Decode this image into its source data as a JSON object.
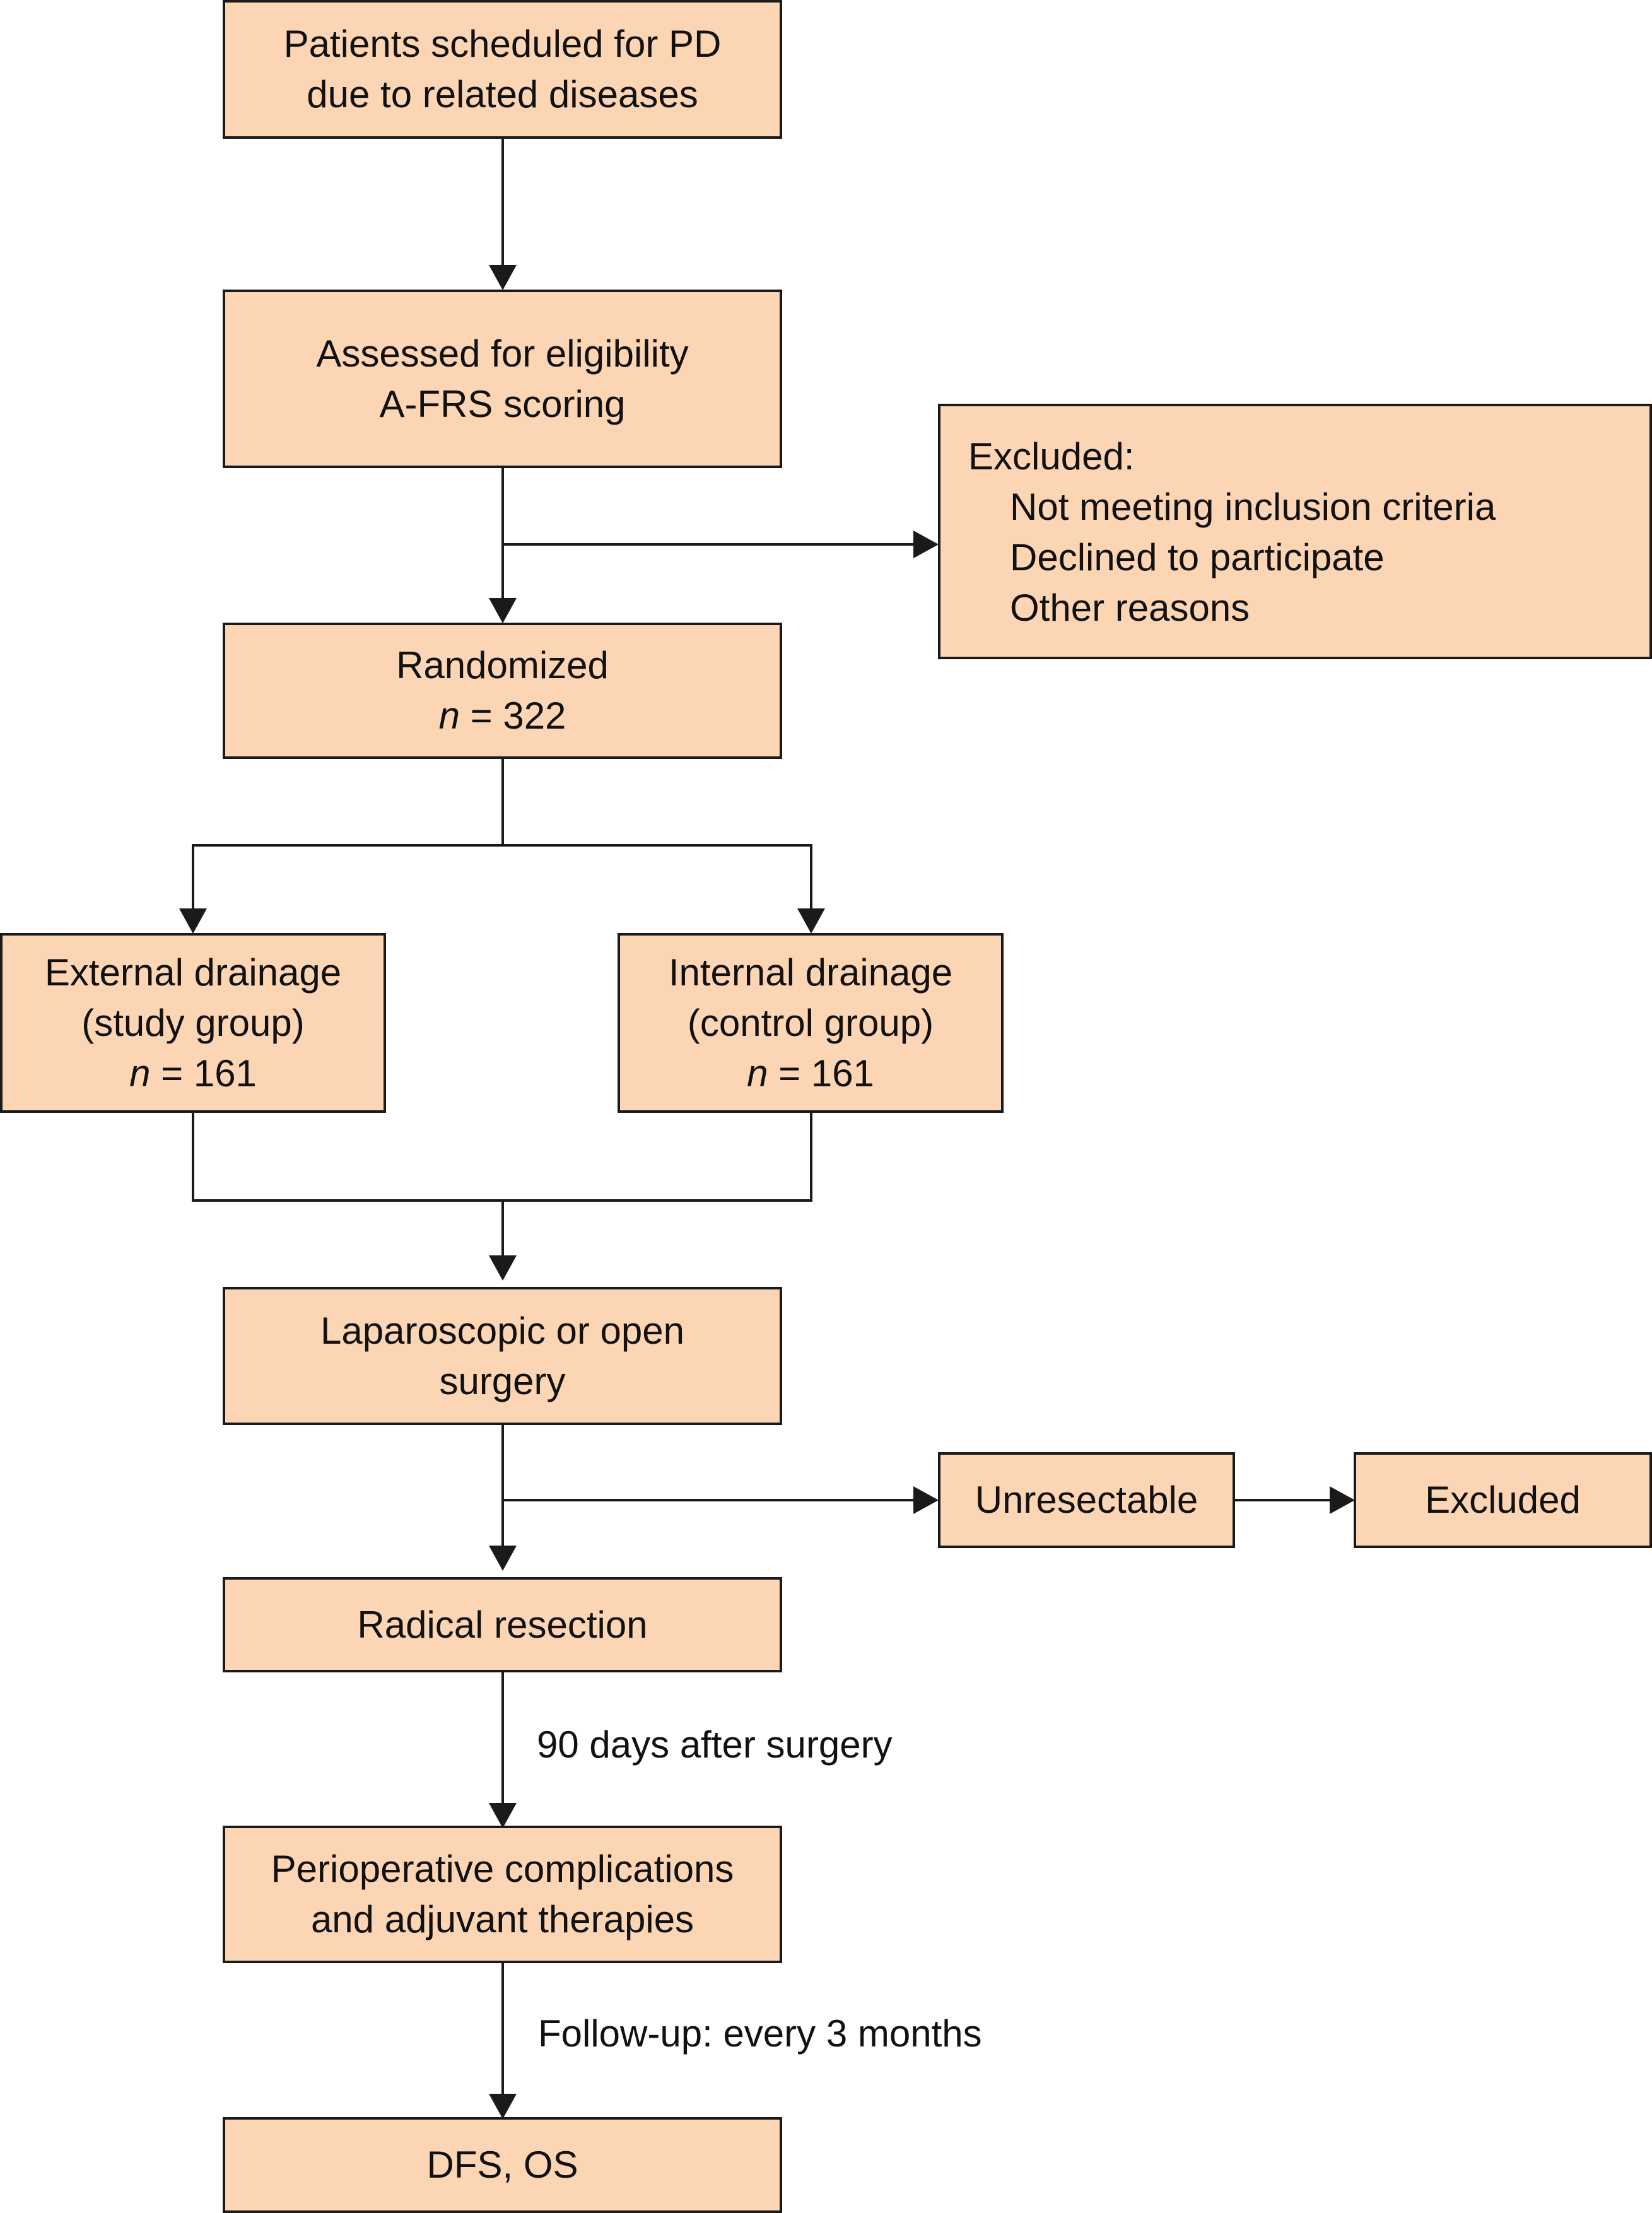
{
  "colors": {
    "box_fill": "#fcd5b4",
    "line": "#1a1a1a"
  },
  "nodes": {
    "patients": {
      "lines": [
        "Patients scheduled for PD",
        "due to related diseases"
      ]
    },
    "assessed": {
      "lines": [
        "Assessed for eligibility",
        "A-FRS scoring"
      ]
    },
    "excluded_1": {
      "title": "Excluded:",
      "reasons": [
        "Not meeting inclusion criteria",
        "Declined to participate",
        "Other reasons"
      ]
    },
    "randomized": {
      "label": "Randomized",
      "n_prefix": "n",
      "n_value": "= 322"
    },
    "external": {
      "lines": [
        "External drainage",
        "(study group)"
      ],
      "n_prefix": "n",
      "n_value": "= 161"
    },
    "internal": {
      "lines": [
        "Internal drainage",
        "(control group)"
      ],
      "n_prefix": "n",
      "n_value": "= 161"
    },
    "surgery": {
      "lines": [
        "Laparoscopic or open",
        "surgery"
      ]
    },
    "unresectable": {
      "label": "Unresectable"
    },
    "excluded_2": {
      "label": "Excluded"
    },
    "radical": {
      "label": "Radical resection"
    },
    "complications": {
      "lines": [
        "Perioperative complications",
        "and adjuvant therapies"
      ]
    },
    "outcomes": {
      "label": "DFS, OS"
    }
  },
  "edge_labels": {
    "after_surgery": "90 days after surgery",
    "follow_up": "Follow-up: every 3 months"
  }
}
